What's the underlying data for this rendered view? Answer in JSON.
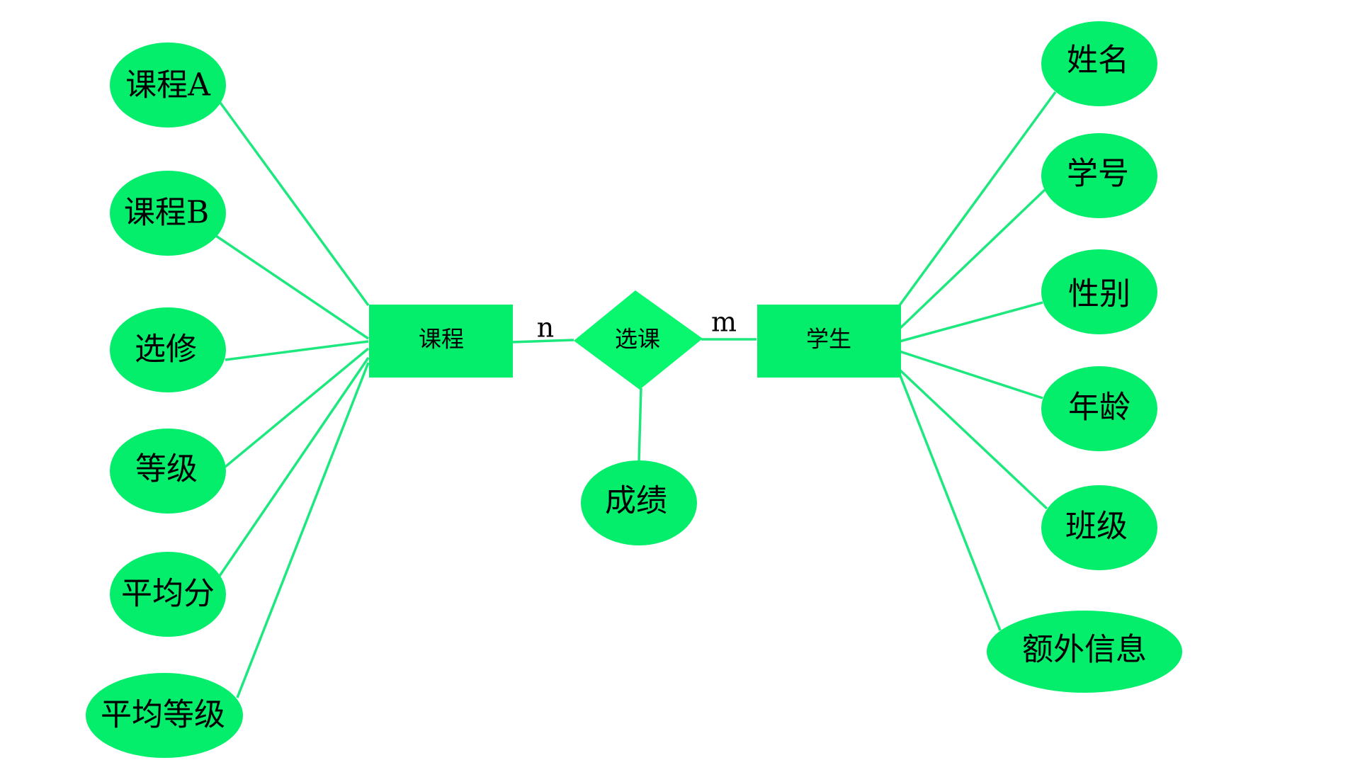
{
  "colors": {
    "fill": "#04ee6b",
    "relationship_fill": "#08f76e",
    "line": "#1de87e",
    "text": "#000000"
  },
  "diagram": {
    "entities": [
      {
        "id": "course",
        "label": "课程"
      },
      {
        "id": "student",
        "label": "学生"
      }
    ],
    "relationship": {
      "id": "enroll",
      "label": "选课"
    },
    "cardinalities": {
      "course_side": "n",
      "student_side": "m"
    },
    "relationship_attributes": [
      {
        "id": "grade",
        "label": "成绩"
      }
    ],
    "course_attributes": [
      {
        "id": "course-a",
        "label": "课程A"
      },
      {
        "id": "course-b",
        "label": "课程B"
      },
      {
        "id": "elective",
        "label": "选修"
      },
      {
        "id": "level",
        "label": "等级"
      },
      {
        "id": "average-score",
        "label": "平均分"
      },
      {
        "id": "average-level",
        "label": "平均等级"
      }
    ],
    "student_attributes": [
      {
        "id": "name",
        "label": "姓名"
      },
      {
        "id": "student-id",
        "label": "学号"
      },
      {
        "id": "gender",
        "label": "性别"
      },
      {
        "id": "age",
        "label": "年龄"
      },
      {
        "id": "class",
        "label": "班级"
      },
      {
        "id": "extra-info",
        "label": "额外信息"
      }
    ]
  }
}
